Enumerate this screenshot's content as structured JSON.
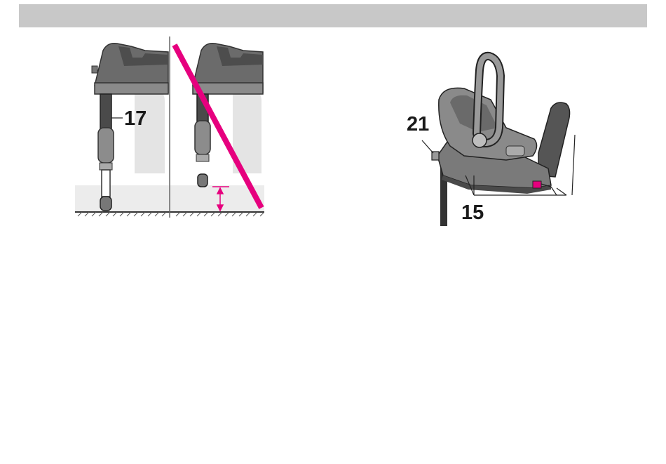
{
  "header": {
    "color": "#c8c8c8"
  },
  "figures": {
    "left": {
      "callout": "17",
      "panels": [
        "correct-installation",
        "incorrect-installation"
      ],
      "warning_color": "#e6007e"
    },
    "right": {
      "callouts": {
        "top": "21",
        "bottom": "15"
      },
      "indicator_color": "#e6007e"
    }
  }
}
